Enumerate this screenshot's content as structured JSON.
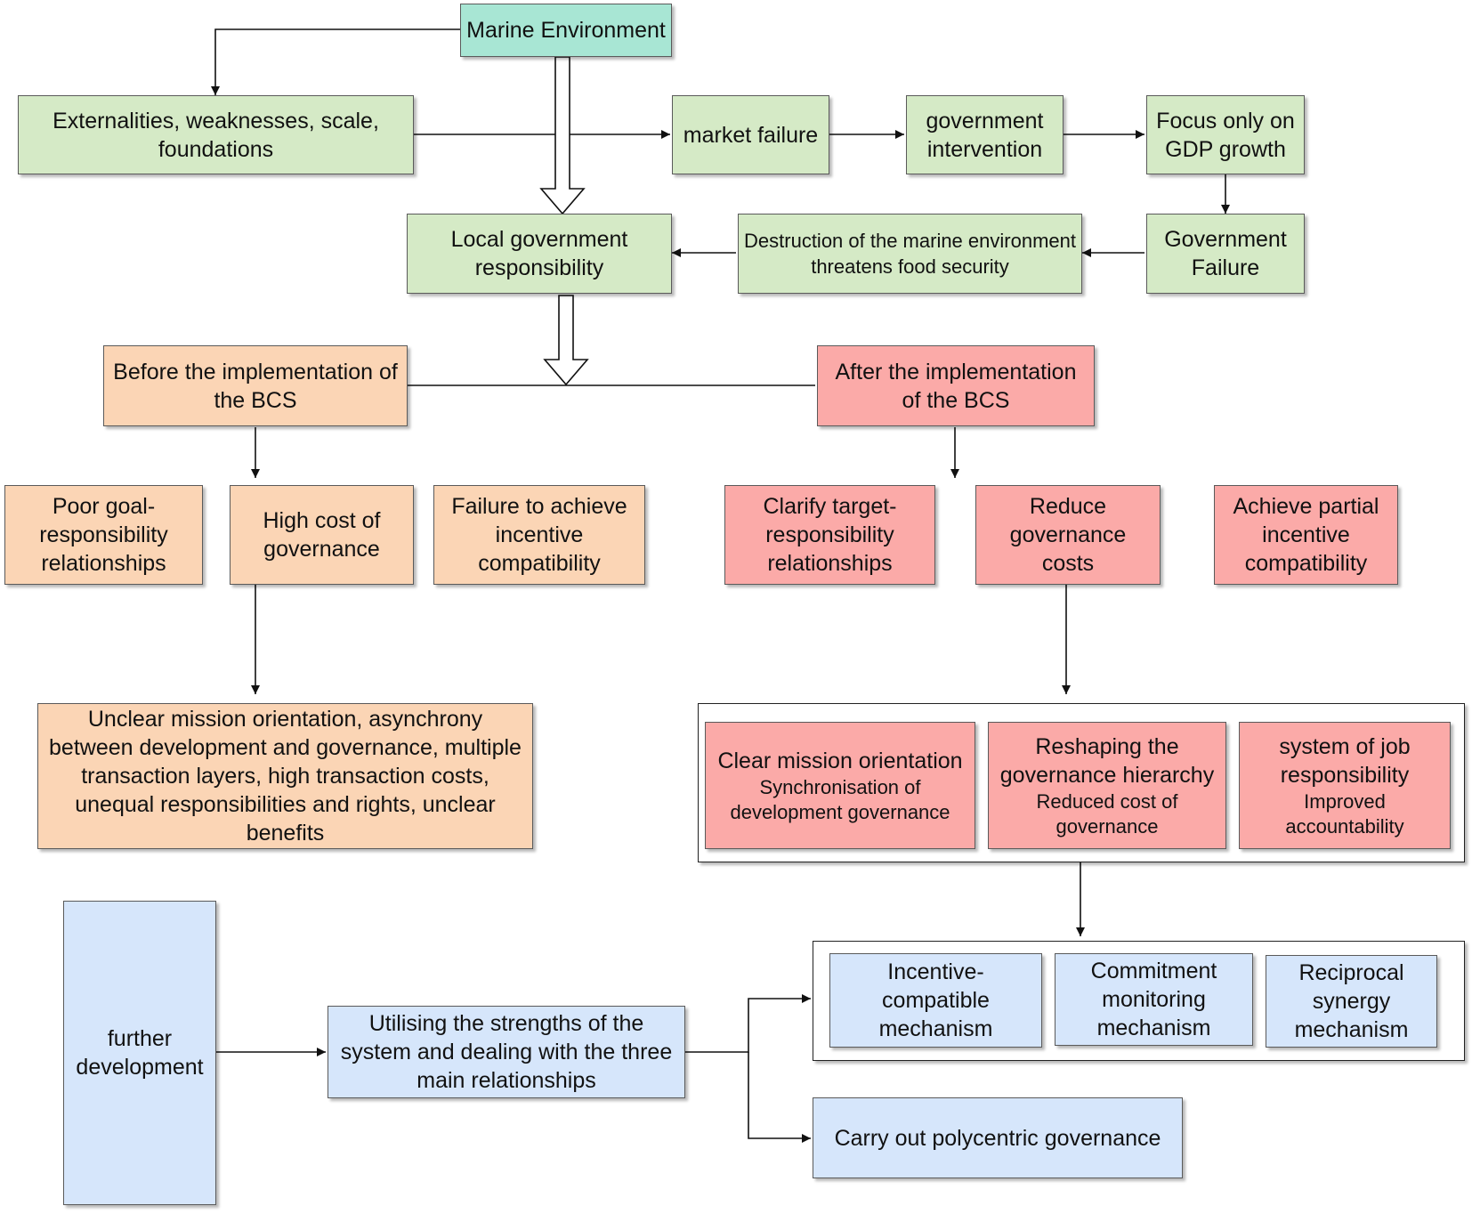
{
  "nodes": {
    "marine_environment": "Marine Environment",
    "externalities": "Externalities, weaknesses, scale, foundations",
    "market_failure": "market failure",
    "government_intervention": "government intervention",
    "focus_gdp": "Focus only on GDP growth",
    "local_government": "Local government responsibility",
    "destruction": "Destruction of the marine environment threatens food security",
    "government_failure": "Government Failure",
    "before_bcs": "Before the implementation of the BCS",
    "after_bcs": "After the implementation of the BCS",
    "poor_goal": "Poor goal-responsibility relationships",
    "high_cost": "High cost of governance",
    "failure_incentive": "Failure to achieve incentive compatibility",
    "clarify_target": "Clarify target-responsibility relationships",
    "reduce_costs": "Reduce governance costs",
    "achieve_partial": "Achieve partial incentive compatibility",
    "unclear_mission": "Unclear mission orientation, asynchrony between development and governance, multiple transaction layers, high transaction costs, unequal responsibilities and rights, unclear benefits",
    "clear_mission": {
      "title": "Clear mission orientation",
      "sub": "Synchronisation of development governance"
    },
    "reshaping": {
      "title": "Reshaping the governance hierarchy",
      "sub": "Reduced cost of governance"
    },
    "system_job": {
      "title": "system of job responsibility",
      "sub": "Improved accountability"
    },
    "further_development": "further development",
    "utilising": "Utilising the strengths of the system and dealing with the three main relationships",
    "incentive_compatible": "Incentive-compatible mechanism",
    "commitment_monitoring": "Commitment monitoring mechanism",
    "reciprocal_synergy": "Reciprocal synergy mechanism",
    "polycentric": "Carry out polycentric governance"
  },
  "colors": {
    "teal": "#a8e6d4",
    "green": "#d5eac6",
    "peach": "#fbd5b5",
    "red": "#fbaaa8",
    "blue": "#d6e6fb",
    "line": "#111111"
  }
}
